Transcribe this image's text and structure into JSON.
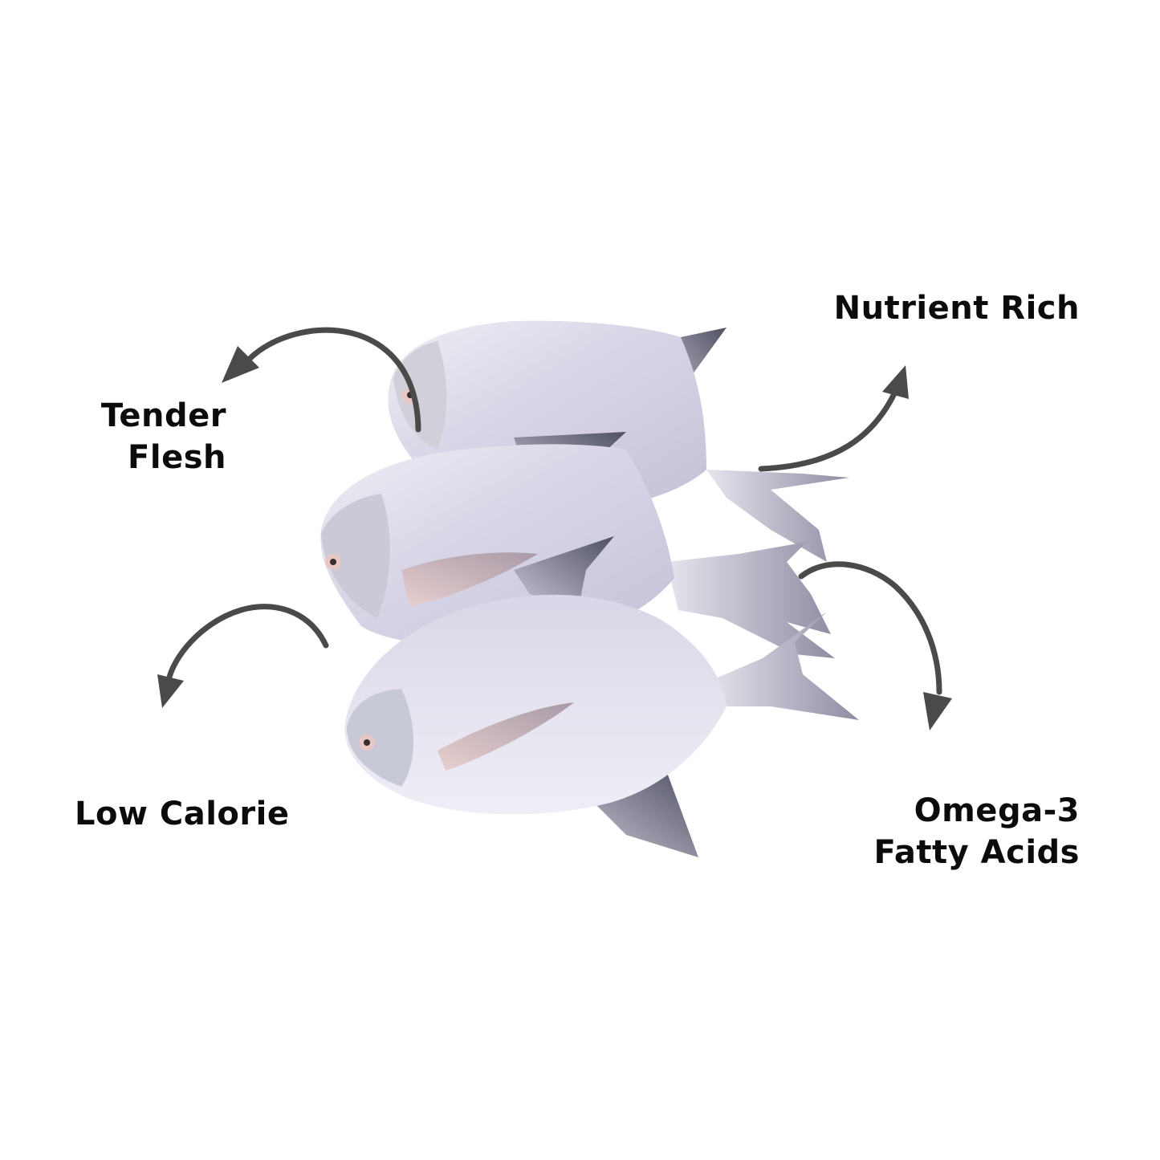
{
  "image": {
    "subject": "Three whole silver pomfret fish stacked diagonally",
    "background_color": "#ffffff",
    "arrow_color": "#4a4a4a",
    "text_color": "#0b0b0b",
    "fish_colors": {
      "body": "#dcdbe8",
      "body_shadow": "#b9b8cc",
      "fin_tip": "#5c5d6e",
      "cheek": "#e4c9c8"
    }
  },
  "callouts": [
    {
      "id": "tender_flesh",
      "lines": [
        "Tender",
        "Flesh"
      ],
      "arrow_icon": "curved-arrow-up-left"
    },
    {
      "id": "nutrient_rich",
      "lines": [
        "Nutrient Rich"
      ],
      "arrow_icon": "curved-arrow-up-right"
    },
    {
      "id": "low_calorie",
      "lines": [
        "Low Calorie"
      ],
      "arrow_icon": "curved-arrow-down-left"
    },
    {
      "id": "omega_3",
      "lines": [
        "Omega-3",
        "Fatty Acids"
      ],
      "arrow_icon": "curved-arrow-down-right"
    }
  ]
}
